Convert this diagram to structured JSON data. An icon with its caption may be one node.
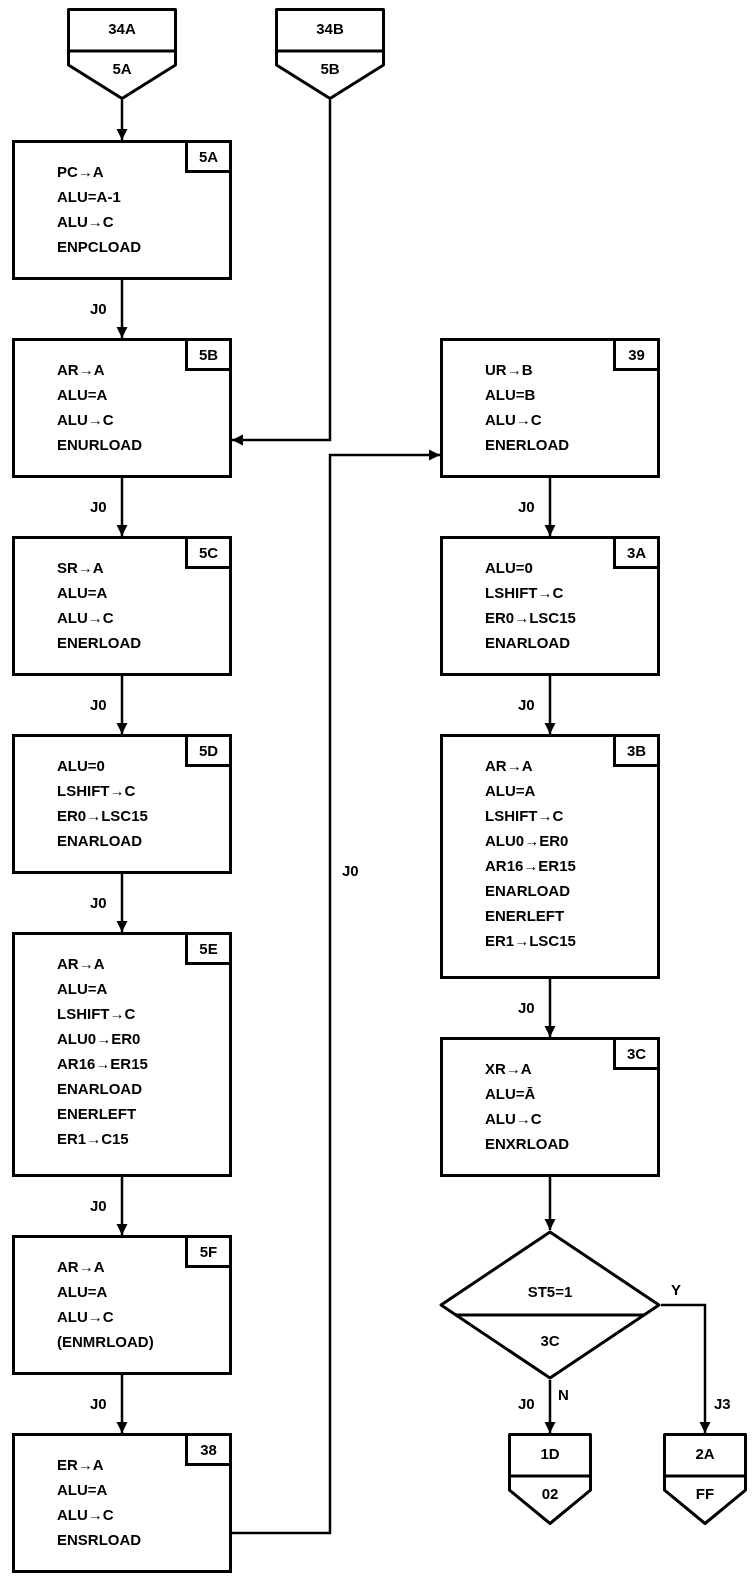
{
  "diagram": {
    "nodes": [
      {
        "text": [
          "34A",
          "5A"
        ]
      },
      {
        "text": [
          "34B",
          "5B"
        ]
      },
      {
        "text": [
          "5A",
          "PC→A",
          "ALU=A-1",
          "ALU→C",
          "ENPCLOAD"
        ]
      },
      {
        "text": [
          "5B",
          "AR→A",
          "ALU=A",
          "ALU→C",
          "ENURLOAD"
        ]
      },
      {
        "text": [
          "5C",
          "SR→A",
          "ALU=A",
          "ALU→C",
          "ENERLOAD"
        ]
      },
      {
        "text": [
          "5D",
          "ALU=0",
          "LSHIFT→C",
          "ER0→LSC15",
          "ENARLOAD"
        ]
      },
      {
        "text": [
          "5E",
          "AR→A",
          "ALU=A",
          "LSHIFT→C",
          "ALU0→ER0",
          "AR16→ER15",
          "ENARLOAD",
          "ENERLEFT",
          "ER1→C15"
        ]
      },
      {
        "text": [
          "5F",
          "AR→A",
          "ALU=A",
          "ALU→C",
          "(ENMRLOAD)"
        ]
      },
      {
        "text": [
          "38",
          "ER→A",
          "ALU=A",
          "ALU→C",
          "ENSRLOAD"
        ]
      },
      {
        "text": [
          "39",
          "UR→B",
          "ALU=B",
          "ALU→C",
          "ENERLOAD"
        ]
      },
      {
        "text": [
          "3A",
          "ALU=0",
          "LSHIFT→C",
          "ER0→LSC15",
          "ENARLOAD"
        ]
      },
      {
        "text": [
          "3B",
          "AR→A",
          "ALU=A",
          "LSHIFT→C",
          "ALU0→ER0",
          "AR16→ER15",
          "ENARLOAD",
          "ENERLEFT",
          "ER1→LSC15"
        ]
      },
      {
        "text": [
          "3C",
          "XR→A",
          "ALU=Ā",
          "ALU→C",
          "ENXRLOAD"
        ]
      },
      {
        "text": [
          "ST5=1",
          "3C"
        ]
      },
      {
        "text": [
          "1D",
          "02"
        ]
      },
      {
        "text": [
          "2A",
          "FF"
        ]
      }
    ],
    "edges": [
      {
        "from": 0,
        "to": 2,
        "arrow": "to"
      },
      {
        "from": 2,
        "to": 3,
        "arrow": "to",
        "label": "J0"
      },
      {
        "from": 1,
        "to": 3,
        "arrow": "to"
      },
      {
        "from": 3,
        "to": 4,
        "arrow": "to",
        "label": "J0"
      },
      {
        "from": 4,
        "to": 5,
        "arrow": "to",
        "label": "J0"
      },
      {
        "from": 5,
        "to": 6,
        "arrow": "to",
        "label": "J0"
      },
      {
        "from": 6,
        "to": 7,
        "arrow": "to",
        "label": "J0"
      },
      {
        "from": 7,
        "to": 8,
        "arrow": "to",
        "label": "J0"
      },
      {
        "from": 8,
        "to": 9,
        "arrow": "to",
        "label": "J0"
      },
      {
        "from": 9,
        "to": 10,
        "arrow": "to",
        "label": "J0"
      },
      {
        "from": 10,
        "to": 11,
        "arrow": "to",
        "label": "J0"
      },
      {
        "from": 11,
        "to": 12,
        "arrow": "to",
        "label": "J0"
      },
      {
        "from": 12,
        "to": 13,
        "arrow": "to"
      },
      {
        "from": 13,
        "to": 14,
        "arrow": "to",
        "label": "N"
      },
      {
        "from": 13,
        "to": 15,
        "arrow": "to",
        "label": "Y"
      }
    ],
    "labels": [
      "J0",
      "J3"
    ]
  }
}
